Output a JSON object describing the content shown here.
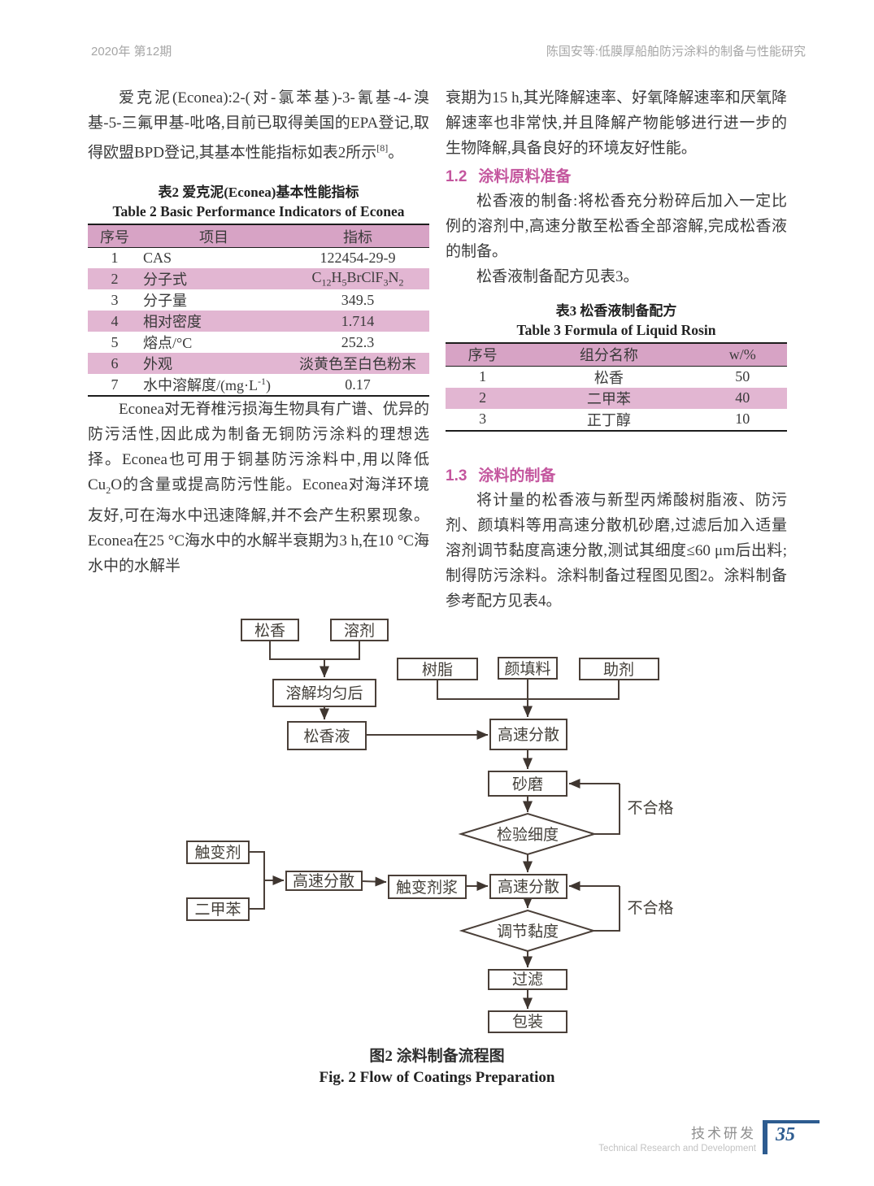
{
  "header": {
    "issue": "2020年  第12期",
    "running_title": "陈国安等:低膜厚船舶防污涂料的制备与性能研究"
  },
  "left": {
    "para1_pre": "爱克泥(Econea):2-(对-氯苯基)-3-氰基-4-溴基-5-三氟甲基-吡咯,目前已取得美国的EPA登记,取得欧盟BPD登记,其基本性能指标如表2所示",
    "para1_sup": "[8]",
    "para1_post": "。",
    "para2_pre": "Econea对无脊椎污损海生物具有广谱、优异的防污活性,因此成为制备无铜防污涂料的理想选择。Econea也可用于铜基防污涂料中,用以降低Cu",
    "para2_sub": "2",
    "para2_post": "O的含量或提高防污性能。Econea对海洋环境友好,可在海水中迅速降解,并不会产生积累现象。Econea在25 °C海水中的水解半衰期为3 h,在10 °C海水中的水解半"
  },
  "right": {
    "para1": "衰期为15 h,其光降解速率、好氧降解速率和厌氧降解速率也非常快,并且降解产物能够进行进一步的生物降解,具备良好的环境友好性能。",
    "h12_num": "1.2",
    "h12_title": "涂料原料准备",
    "para2": "松香液的制备:将松香充分粉碎后加入一定比例的溶剂中,高速分散至松香全部溶解,完成松香液的制备。",
    "para3": "松香液制备配方见表3。",
    "h13_num": "1.3",
    "h13_title": "涂料的制备",
    "para4": "将计量的松香液与新型丙烯酸树脂液、防污剂、颜填料等用高速分散机砂磨,过滤后加入适量溶剂调节黏度高速分散,测试其细度≤60 μm后出料;制得防污涂料。涂料制备过程图见图2。涂料制备参考配方见表4。"
  },
  "table2": {
    "title_zh": "表2  爱克泥(Econea)基本性能指标",
    "title_en": "Table 2   Basic Performance Indicators of Econea",
    "headers": [
      "序号",
      "项目",
      "指标"
    ],
    "rows": [
      {
        "no": "1",
        "item": "CAS",
        "value": "122454-29-9"
      },
      {
        "no": "2",
        "item": "分子式",
        "formula": [
          "C",
          "12",
          "H",
          "5",
          "BrClF",
          "3",
          "N",
          "2"
        ]
      },
      {
        "no": "3",
        "item": "分子量",
        "value": "349.5"
      },
      {
        "no": "4",
        "item": "相对密度",
        "value": "1.714"
      },
      {
        "no": "5",
        "item": "熔点/°C",
        "value": "252.3"
      },
      {
        "no": "6",
        "item": "外观",
        "value": "淡黄色至白色粉末"
      },
      {
        "no": "7",
        "item_pre": "水中溶解度/(mg·L",
        "item_sup": "-1",
        "item_post": ")",
        "value": "0.17"
      }
    ]
  },
  "table3": {
    "title_zh": "表3  松香液制备配方",
    "title_en": "Table 3   Formula of Liquid Rosin",
    "headers": [
      "序号",
      "组分名称",
      "w/%"
    ],
    "rows": [
      {
        "no": "1",
        "name": "松香",
        "value": "50"
      },
      {
        "no": "2",
        "name": "二甲苯",
        "value": "40"
      },
      {
        "no": "3",
        "name": "正丁醇",
        "value": "10"
      }
    ]
  },
  "flowchart": {
    "nodes": {
      "rosin": "松香",
      "solvent": "溶剂",
      "dissolve": "溶解均匀后",
      "rosin_liquid": "松香液",
      "resin": "树脂",
      "pigment_filler": "颜填料",
      "additive": "助剂",
      "disperse1": "高速分散",
      "grind": "砂磨",
      "check_fineness": "检验细度",
      "thixotrope": "触变剂",
      "xylene": "二甲苯",
      "disperse_left": "高速分散",
      "thixo_slurry": "触变剂浆",
      "disperse2": "高速分散",
      "adjust_viscosity": "调节黏度",
      "filter": "过滤",
      "package": "包装",
      "fail1": "不合格",
      "fail2": "不合格"
    },
    "caption_zh": "图2  涂料制备流程图",
    "caption_en": "Fig. 2   Flow of Coatings Preparation"
  },
  "footer": {
    "section_zh": "技术研发",
    "section_en": "Technical Research and Development",
    "page": "35"
  },
  "colors": {
    "accent_pink": "#c4569e",
    "table_header_pink": "#d7a3c5",
    "table_alt_pink": "#e2b6d2",
    "footer_blue": "#2d5c90"
  }
}
